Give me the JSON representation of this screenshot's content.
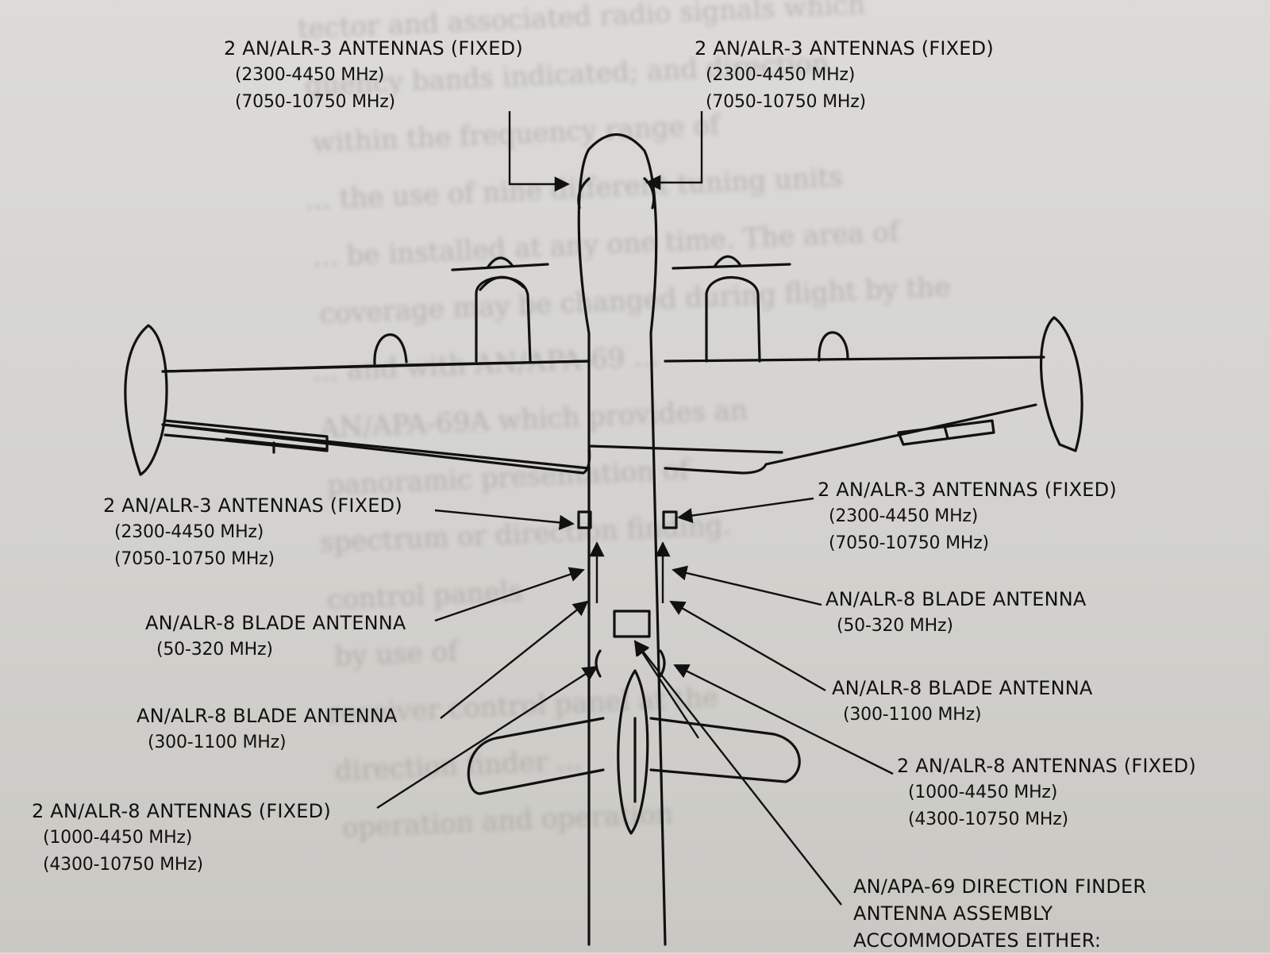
{
  "background_text": {
    "lines": [
      "tector and associated radio signals which",
      "quency bands indicated; and direction",
      "within the frequency range of",
      "... the use of nine different tuning units",
      "... be installed at any one time. The area of",
      "coverage may be changed during flight by the",
      "... and with AN/APA-69 ...",
      "AN/APA-69A which provides an",
      "panoramic presentation of",
      "spectrum or direction finding.",
      "control panels",
      "by use of",
      "receiver control panel at the",
      "direction finder ...",
      "operation and operation"
    ]
  },
  "callouts": {
    "top_left": {
      "title": "2 AN/ALR-3 ANTENNAS (FIXED)",
      "range1": "(2300-4450 MHz)",
      "range2": "(7050-10750 MHz)"
    },
    "top_right": {
      "title": "2 AN/ALR-3 ANTENNAS (FIXED)",
      "range1": "(2300-4450 MHz)",
      "range2": "(7050-10750 MHz)"
    },
    "mid_left": {
      "title": "2 AN/ALR-3 ANTENNAS (FIXED)",
      "range1": "(2300-4450 MHz)",
      "range2": "(7050-10750 MHz)"
    },
    "mid_right": {
      "title": "2 AN/ALR-3 ANTENNAS (FIXED)",
      "range1": "(2300-4450 MHz)",
      "range2": "(7050-10750 MHz)"
    },
    "blade_left_1": {
      "title": "AN/ALR-8 BLADE ANTENNA",
      "range1": "(50-320 MHz)"
    },
    "blade_right_1": {
      "title": "AN/ALR-8 BLADE ANTENNA",
      "range1": "(50-320 MHz)"
    },
    "blade_left_2": {
      "title": "AN/ALR-8 BLADE ANTENNA",
      "range1": "(300-1100 MHz)"
    },
    "blade_right_2": {
      "title": "AN/ALR-8 BLADE ANTENNA",
      "range1": "(300-1100 MHz)"
    },
    "alr8_left": {
      "title": "2 AN/ALR-8 ANTENNAS (FIXED)",
      "range1": "(1000-4450 MHz)",
      "range2": "(4300-10750 MHz)"
    },
    "alr8_right": {
      "title": "2 AN/ALR-8 ANTENNAS (FIXED)",
      "range1": "(1000-4450 MHz)",
      "range2": "(4300-10750 MHz)"
    },
    "apa69": {
      "line1": "AN/APA-69 DIRECTION FINDER",
      "line2": "ANTENNA ASSEMBLY",
      "line3": "ACCOMMODATES EITHER:"
    }
  }
}
